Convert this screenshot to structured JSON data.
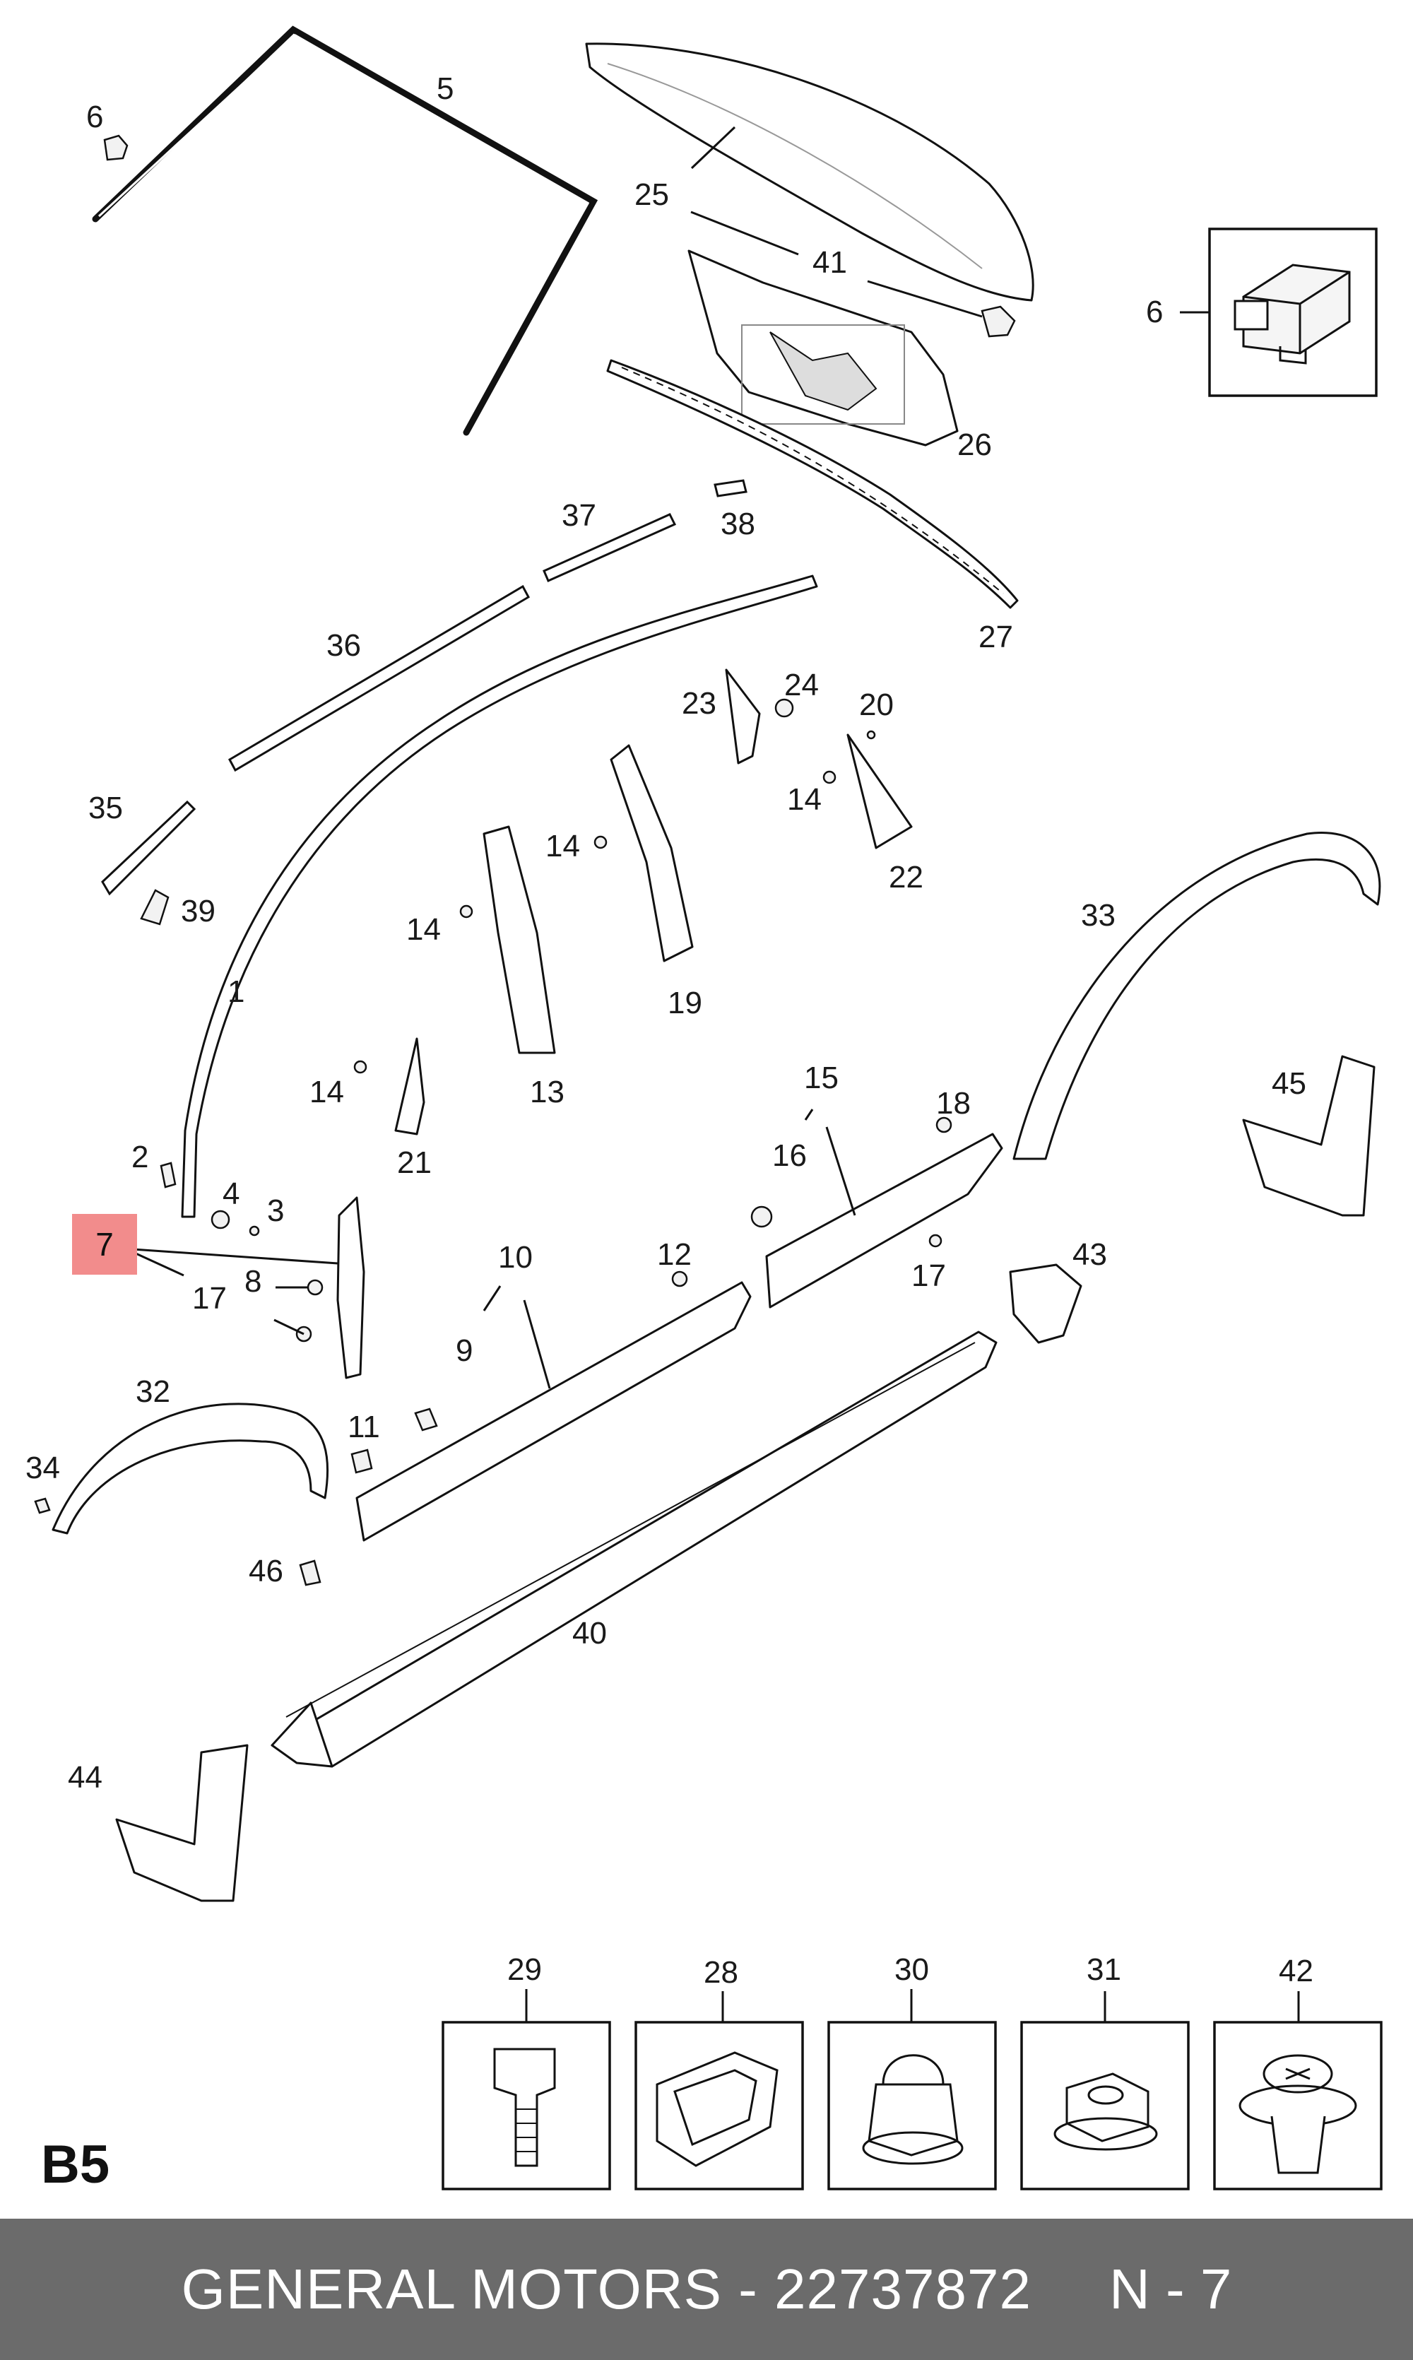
{
  "diagram": {
    "section_code": "B5",
    "highlighted_part": "7",
    "highlight_color": "#f28c8c",
    "callouts": [
      "1",
      "2",
      "3",
      "4",
      "5",
      "6",
      "7",
      "8",
      "9",
      "10",
      "11",
      "12",
      "13",
      "14",
      "15",
      "16",
      "17",
      "18",
      "19",
      "20",
      "21",
      "22",
      "23",
      "24",
      "25",
      "26",
      "27",
      "28",
      "29",
      "30",
      "31",
      "32",
      "33",
      "34",
      "35",
      "36",
      "37",
      "38",
      "39",
      "40",
      "41",
      "42",
      "43",
      "44",
      "45",
      "46"
    ],
    "detail_boxes": [
      "29",
      "28",
      "30",
      "31",
      "42"
    ],
    "inset_box": "6"
  },
  "footer": {
    "caption": "GENERAL MOTORS - 22737872",
    "page_code": "N - 7",
    "background": "#6b6b6b"
  }
}
